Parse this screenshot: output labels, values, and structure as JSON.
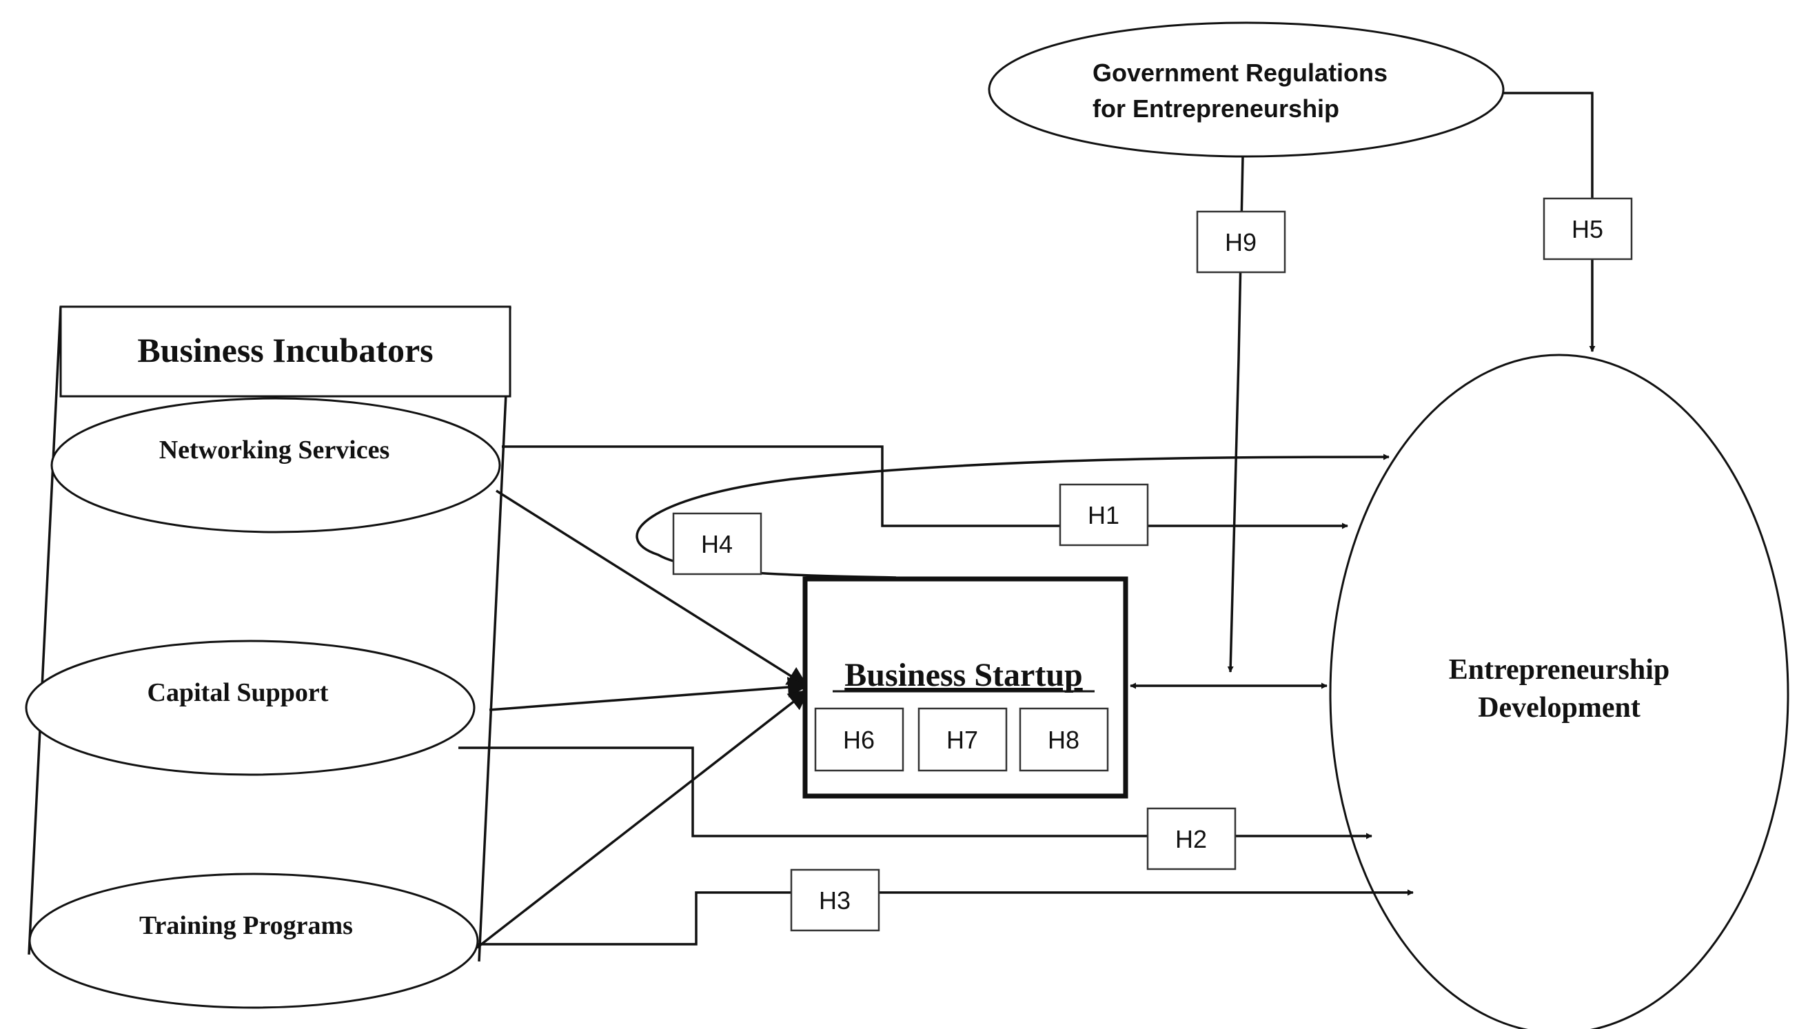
{
  "diagram": {
    "incubator_title": "Business Incubators",
    "networking": "Networking Services",
    "capital": "Capital Support",
    "training": "Training Programs",
    "startup": "Business Startup",
    "gov_line1": "Government Regulations",
    "gov_line2": "for Entrepreneurship",
    "ed_line1": "Entrepreneurship",
    "ed_line2": "Development",
    "hypotheses": {
      "h1": "H1",
      "h2": "H2",
      "h3": "H3",
      "h4": "H4",
      "h5": "H5",
      "h6": "H6",
      "h7": "H7",
      "h8": "H8",
      "h9": "H9"
    }
  }
}
